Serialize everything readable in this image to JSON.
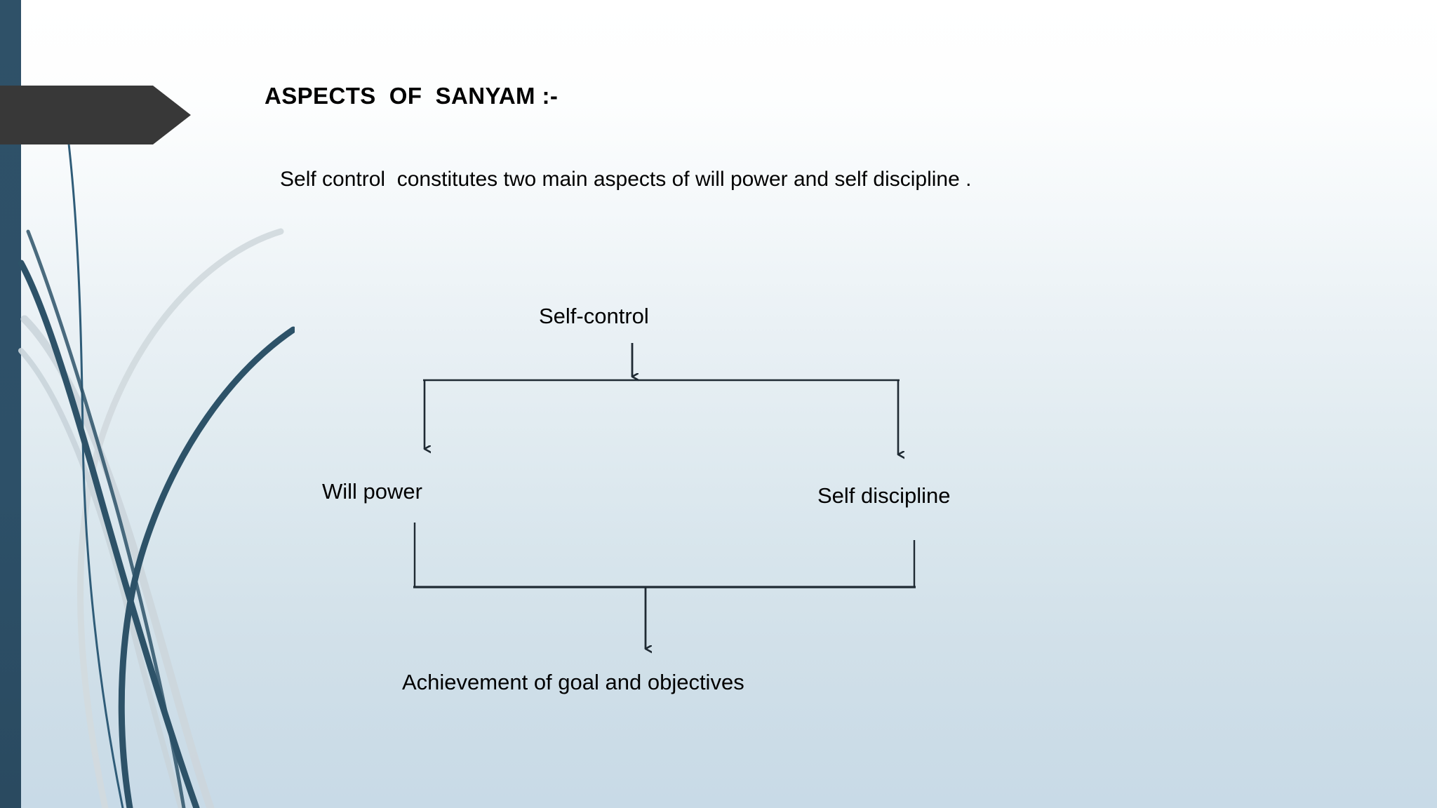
{
  "slide": {
    "title": "ASPECTS  OF  SANYAM :-",
    "body": "Self control  constitutes two main aspects of will power and self discipline .",
    "theme": {
      "left_bar_color": "#2d5068",
      "banner_color": "#383838",
      "background_top_color": "#ffffff",
      "background_bottom_color": "#c8dae7",
      "diagram_line_color": "#1f2a33",
      "text_color": "#000000"
    }
  },
  "diagram": {
    "type": "flowchart",
    "nodes": [
      {
        "id": "self-control",
        "label": "Self-control"
      },
      {
        "id": "will-power",
        "label": "Will power"
      },
      {
        "id": "self-discipline",
        "label": "Self discipline"
      },
      {
        "id": "achievement",
        "label": "Achievement of goal and objectives"
      }
    ],
    "edges": [
      {
        "from": "self-control",
        "to": "will-power"
      },
      {
        "from": "self-control",
        "to": "self-discipline"
      },
      {
        "from": "will-power",
        "to": "achievement"
      },
      {
        "from": "self-discipline",
        "to": "achievement"
      }
    ]
  },
  "decoration": {
    "swooshes": [
      {
        "name": "thin-dark-swoosh",
        "color": "#2f5c78"
      },
      {
        "name": "thick-dark-swoosh-upper",
        "color": "#2d5268"
      },
      {
        "name": "thick-dark-swoosh-lower",
        "color": "#2d5268"
      },
      {
        "name": "pale-grey-swoosh-long",
        "color": "#cfd8dd"
      },
      {
        "name": "pale-grey-swoosh-short",
        "color": "#c9d4da"
      }
    ]
  }
}
